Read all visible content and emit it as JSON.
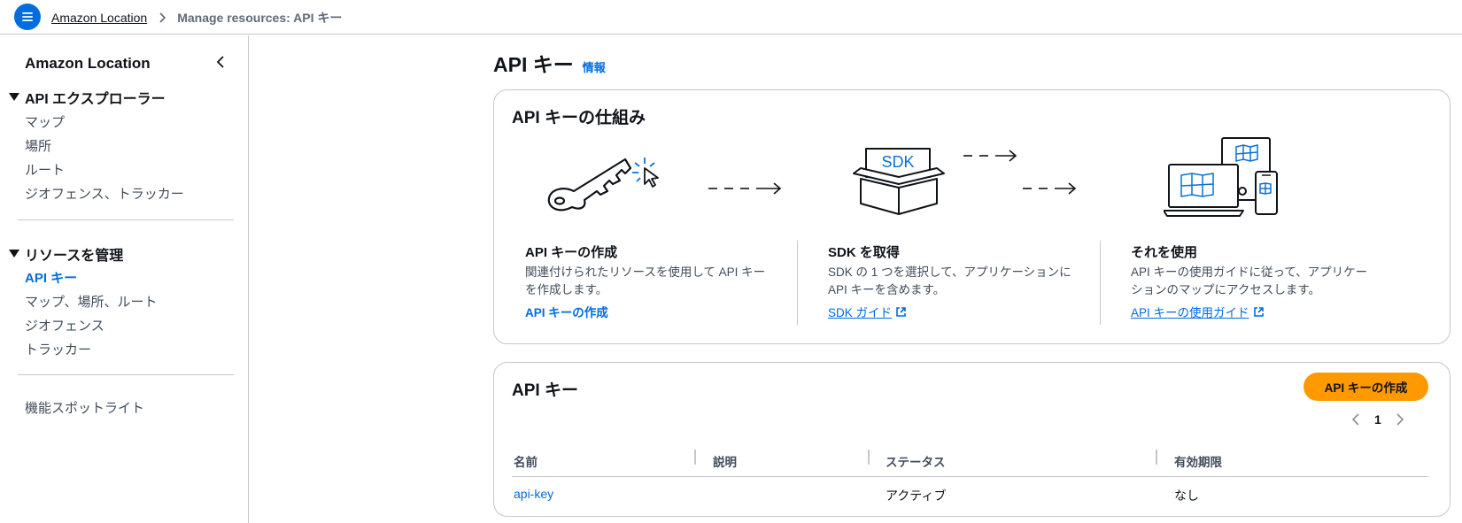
{
  "breadcrumb": {
    "root": "Amazon Location",
    "current": "Manage resources: API キー"
  },
  "sidebar": {
    "title": "Amazon Location",
    "sections": [
      {
        "label": "API エクスプローラー",
        "items": [
          "マップ",
          "場所",
          "ルート",
          "ジオフェンス、トラッカー"
        ]
      },
      {
        "label": "リソースを管理",
        "items": [
          "API キー",
          "マップ、場所、ルート",
          "ジオフェンス",
          "トラッカー"
        ]
      }
    ],
    "spotlight": "機能スポットライト"
  },
  "page": {
    "title": "API キー",
    "info": "情報"
  },
  "how": {
    "title": "API キーの仕組み",
    "sdk_box_label": "SDK",
    "steps": [
      {
        "title": "API キーの作成",
        "desc_line1": "関連付けられたリソースを使用して API キー",
        "desc_line2": "を作成します。",
        "link": "API キーの作成"
      },
      {
        "title": "SDK を取得",
        "desc_line1": "SDK の 1 つを選択して、アプリケーションに",
        "desc_line2": "API キーを含めます。",
        "link": "SDK ガイド"
      },
      {
        "title": "それを使用",
        "desc_line1": "API キーの使用ガイドに従って、アプリケー",
        "desc_line2": "ションのマップにアクセスします。",
        "link": "API キーの使用ガイド"
      }
    ]
  },
  "keys": {
    "title": "API キー",
    "create_button": "API キーの作成",
    "page": "1",
    "columns": [
      "名前",
      "説明",
      "ステータス",
      "有効期限"
    ],
    "rows": [
      {
        "name": "api-key",
        "description": "",
        "status": "アクティブ",
        "expires": "なし"
      }
    ]
  },
  "colors": {
    "accent": "#006ce0",
    "primary_button": "#ff9900",
    "border": "#c6c6cd"
  }
}
